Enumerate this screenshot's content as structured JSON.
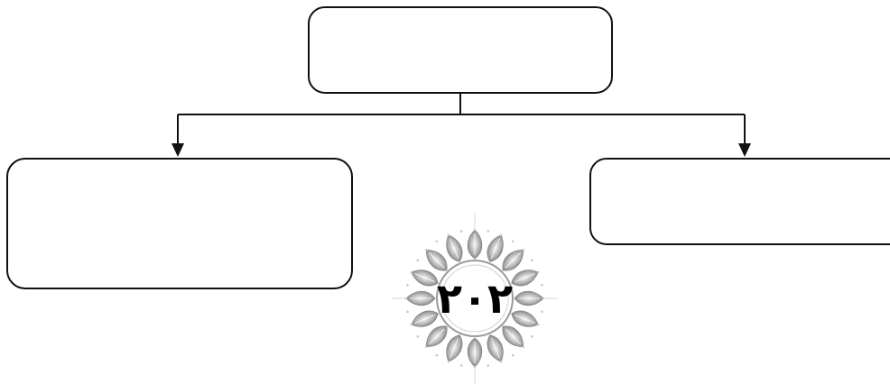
{
  "diagram": {
    "type": "org-chart",
    "nodes": [
      {
        "id": "top",
        "label": ""
      },
      {
        "id": "left",
        "label": ""
      },
      {
        "id": "right",
        "label": ""
      }
    ],
    "edges": [
      {
        "from": "top",
        "to": "left"
      },
      {
        "from": "top",
        "to": "right"
      }
    ]
  },
  "page_number": "٢٠٢",
  "colors": {
    "stroke": "#111111",
    "ornament_light": "#d9d9d9",
    "ornament_dark": "#7a7a7a"
  }
}
